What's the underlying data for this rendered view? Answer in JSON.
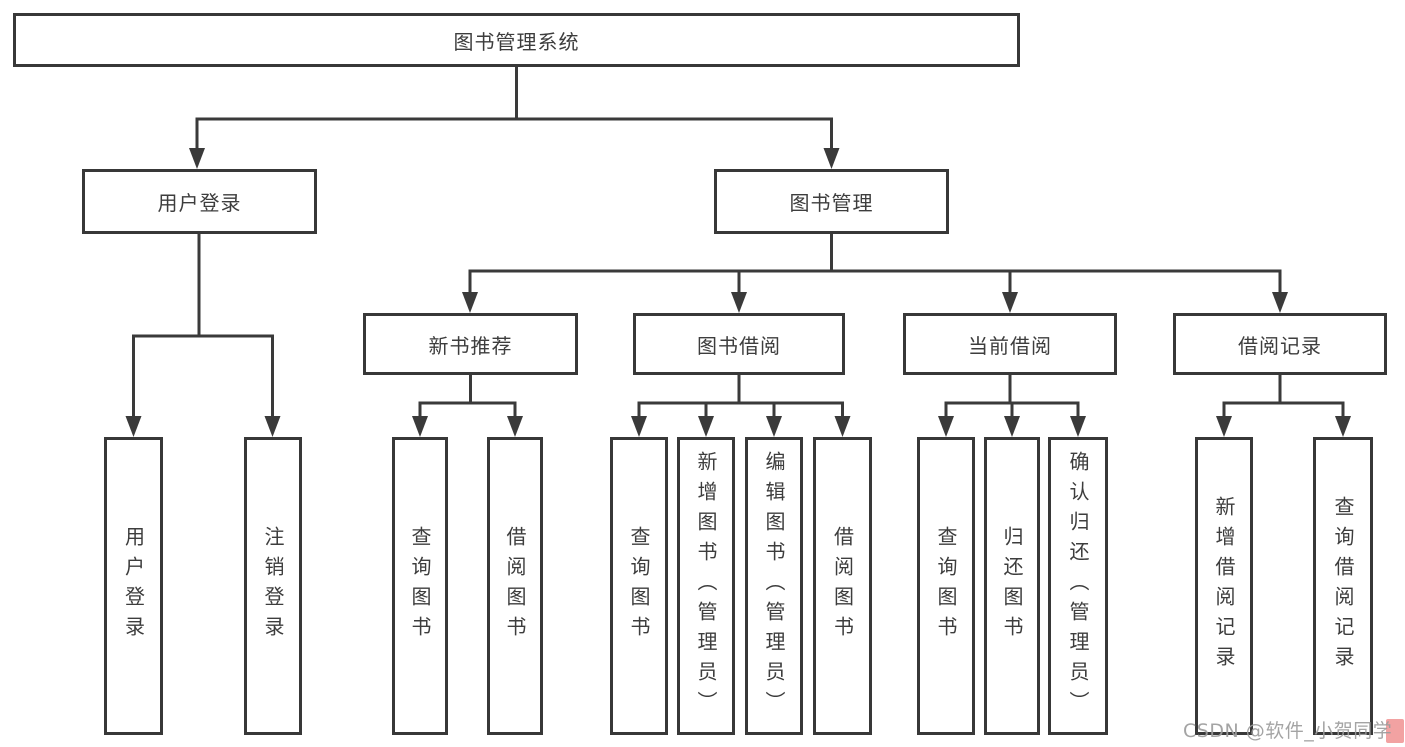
{
  "diagram": {
    "root": {
      "label": "图书管理系统"
    },
    "level2": [
      {
        "id": "user-login",
        "label": "用户登录"
      },
      {
        "id": "book-management",
        "label": "图书管理"
      }
    ],
    "level3": [
      {
        "id": "new-book-recommend",
        "label": "新书推荐"
      },
      {
        "id": "book-borrow",
        "label": "图书借阅"
      },
      {
        "id": "current-borrow",
        "label": "当前借阅"
      },
      {
        "id": "borrow-records",
        "label": "借阅记录"
      }
    ],
    "leaves": [
      {
        "id": "leaf-user-login",
        "parent": "user-login",
        "label": "用户登录"
      },
      {
        "id": "leaf-logout",
        "parent": "user-login",
        "label": "注销登录"
      },
      {
        "id": "leaf-query-book-a",
        "parent": "new-book-recommend",
        "label": "查询图书"
      },
      {
        "id": "leaf-borrow-book-a",
        "parent": "new-book-recommend",
        "label": "借阅图书"
      },
      {
        "id": "leaf-query-book-b",
        "parent": "book-borrow",
        "label": "查询图书"
      },
      {
        "id": "leaf-add-book",
        "parent": "book-borrow",
        "label": "新增图书（管理员）"
      },
      {
        "id": "leaf-edit-book",
        "parent": "book-borrow",
        "label": "编辑图书（管理员）"
      },
      {
        "id": "leaf-borrow-book-b",
        "parent": "book-borrow",
        "label": "借阅图书"
      },
      {
        "id": "leaf-query-book-c",
        "parent": "current-borrow",
        "label": "查询图书"
      },
      {
        "id": "leaf-return-book",
        "parent": "current-borrow",
        "label": "归还图书"
      },
      {
        "id": "leaf-confirm-return",
        "parent": "current-borrow",
        "label": "确认归还（管理员）"
      },
      {
        "id": "leaf-add-borrow-record",
        "parent": "borrow-records",
        "label": "新增借阅记录"
      },
      {
        "id": "leaf-query-borrow-record",
        "parent": "borrow-records",
        "label": "查询借阅记录"
      }
    ],
    "edges": [
      [
        "图书管理系统",
        "用户登录"
      ],
      [
        "图书管理系统",
        "图书管理"
      ],
      [
        "用户登录",
        "用户登录"
      ],
      [
        "用户登录",
        "注销登录"
      ],
      [
        "图书管理",
        "新书推荐"
      ],
      [
        "图书管理",
        "图书借阅"
      ],
      [
        "图书管理",
        "当前借阅"
      ],
      [
        "图书管理",
        "借阅记录"
      ],
      [
        "新书推荐",
        "查询图书"
      ],
      [
        "新书推荐",
        "借阅图书"
      ],
      [
        "图书借阅",
        "查询图书"
      ],
      [
        "图书借阅",
        "新增图书（管理员）"
      ],
      [
        "图书借阅",
        "编辑图书（管理员）"
      ],
      [
        "图书借阅",
        "借阅图书"
      ],
      [
        "当前借阅",
        "查询图书"
      ],
      [
        "当前借阅",
        "归还图书"
      ],
      [
        "当前借阅",
        "确认归还（管理员）"
      ],
      [
        "借阅记录",
        "新增借阅记录"
      ],
      [
        "借阅记录",
        "查询借阅记录"
      ]
    ],
    "colors": {
      "line": "#3a3a3a",
      "border": "#383838",
      "text": "#3d3d3d",
      "background": "#ffffff",
      "watermark_text": "#9d9d9d",
      "watermark_badge": "#f2a2a2"
    }
  },
  "watermark": {
    "text": "CSDN @软件_小贺同学"
  }
}
